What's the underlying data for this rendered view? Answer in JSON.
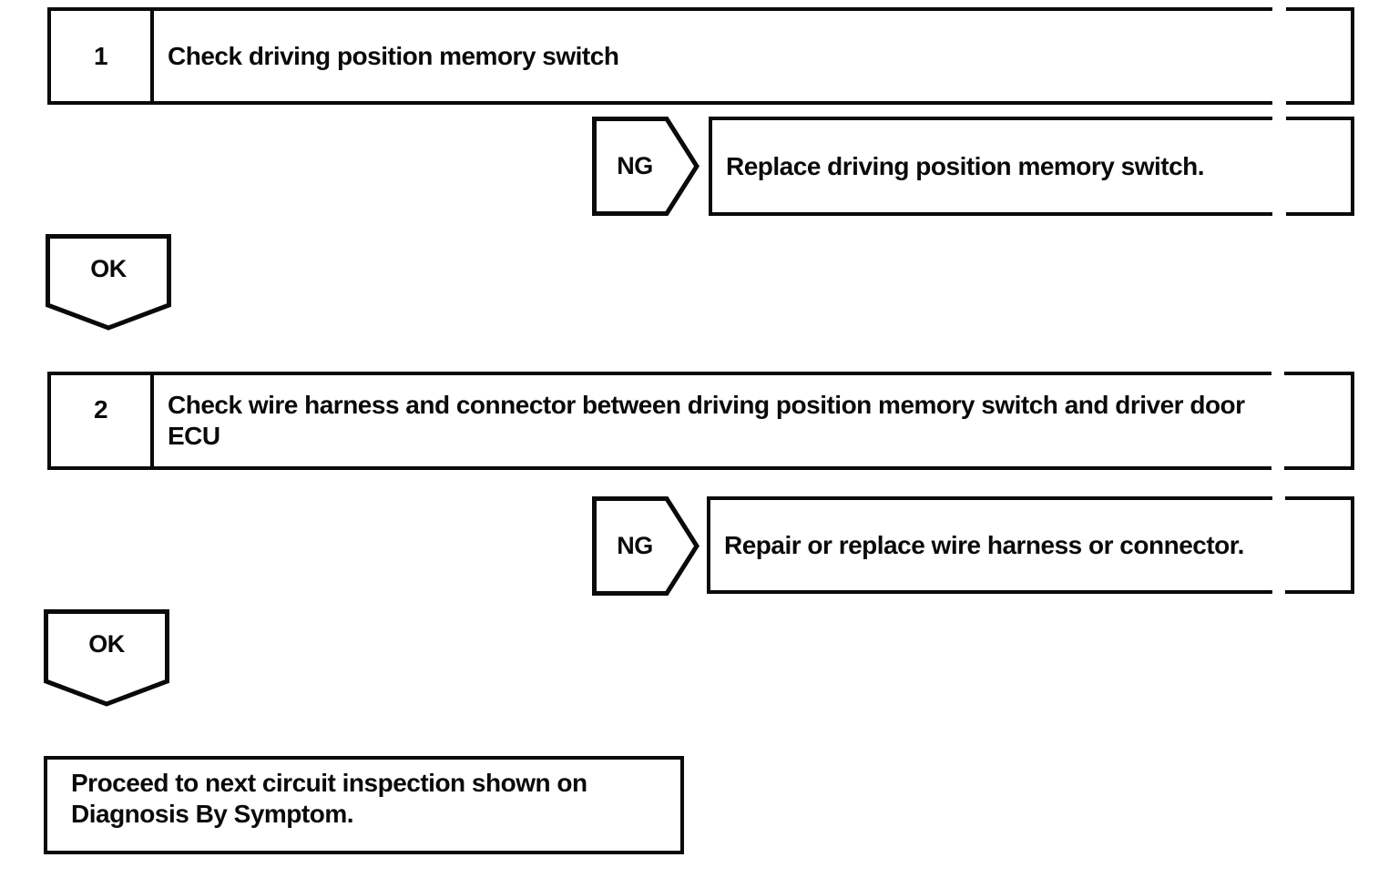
{
  "page": {
    "background": "#ffffff",
    "ink": "#0a0a0a",
    "kind": "diagnostic flowchart scan"
  },
  "flowchart": {
    "steps": [
      {
        "number": "1",
        "title": "Check driving position memory switch",
        "ng": {
          "label": "NG",
          "action": "Replace driving position memory switch."
        },
        "ok": {
          "label": "OK"
        }
      },
      {
        "number": "2",
        "title": "Check wire harness and connector between driving position memory switch and driver door ECU",
        "ng": {
          "label": "NG",
          "action": "Repair or replace wire harness or connector."
        },
        "ok": {
          "label": "OK"
        }
      }
    ],
    "final_action": "Proceed to next circuit inspection shown on Diagnosis By Symptom."
  }
}
